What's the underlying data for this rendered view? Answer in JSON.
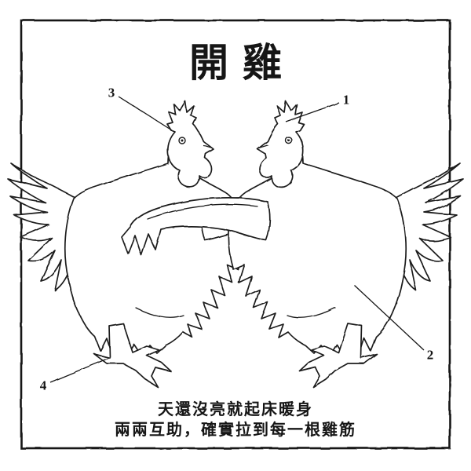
{
  "title": "開雞",
  "figure": {
    "icon": "mirrored-roosters-line-art",
    "description": "Two mirrored roosters facing each other clasping wings in a mutual stretch"
  },
  "callouts": {
    "c1": "1",
    "c2": "2",
    "c3": "3",
    "c4": "4"
  },
  "caption": {
    "line1": "天還沒亮就起床暖身",
    "line2": "兩兩互助，確實拉到每一根雞筋"
  },
  "colors": {
    "ink": "#1a1a1a",
    "paper": "#ffffff"
  }
}
